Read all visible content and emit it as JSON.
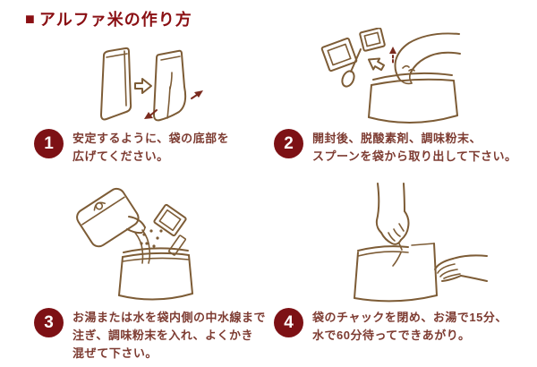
{
  "header": {
    "bullet": "■",
    "title": "アルファ米の作り方"
  },
  "colors": {
    "title_red": "#8a0f13",
    "badge_red": "#7d1115",
    "caption_red": "#7d3b31",
    "illustration_brown": "#7d5c36",
    "accent_arrow_red": "#7a2a1e",
    "background": "#ffffff"
  },
  "steps": [
    {
      "number": "1",
      "lines": [
        "安定するように、袋の底部を",
        "広げてください。"
      ]
    },
    {
      "number": "2",
      "lines": [
        "開封後、脱酸素剤、調味粉末、",
        "スプーンを袋から取り出して下さい。"
      ]
    },
    {
      "number": "3",
      "lines": [
        "お湯または水を袋内側の中水線まで",
        "注ぎ、調味粉末を入れ、よくかき",
        "混ぜて下さい。"
      ]
    },
    {
      "number": "4",
      "lines": [
        "袋のチャックを閉め、お湯で15分、",
        "水で60分待ってできあがり。"
      ]
    }
  ]
}
